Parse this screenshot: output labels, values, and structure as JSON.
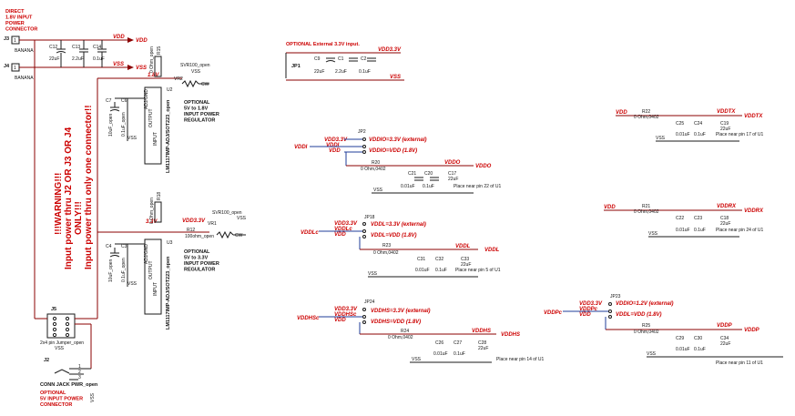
{
  "nets": {
    "vdd": "VDD",
    "vss": "VSS",
    "vdd33": "VDD3.3V",
    "v18": "1.8V",
    "v33": "3.3V",
    "vddi": "VDDI",
    "vddo": "VDDO",
    "vddl": "VDDL",
    "vddlc": "VDDLc",
    "vddhs": "VDDHS",
    "vddhsc": "VDDHSc",
    "vddtx": "VDDTX",
    "vddrx": "VDDRX",
    "vddp": "VDDP",
    "vddpc": "VDDPc"
  },
  "notes": {
    "direct_input": "DIRECT\n1.8V INPUT\nPOWER\nCONNECTOR",
    "optional_ext33": "OPTIONAL External 3.3V input.",
    "optional_reg18": "OPTIONAL\n5V to 1.8V\nINPUT POWER\nREGULATOR",
    "optional_reg33": "OPTIONAL\n5V to 3.3V\nINPUT POWER\nREGULATOR",
    "optional_5v": "OPTIONAL\n5V INPUT POWER\nCONNECTOR",
    "warning": "!!!WARNING!!!\nInput power thru J2 OR J3 OR J4\nONLY!!!\nInput power thru only one connector!!"
  },
  "components": {
    "j3": "J3",
    "j4": "J4",
    "banana": "BANANA",
    "j5": "J5",
    "j5_val": "2x4 pin Jumper_open",
    "j2": "J2",
    "j2_val": "CONN JACK PWR_open",
    "c12": "C12",
    "c13": "C13",
    "c14": "C14",
    "c7": "C7",
    "c6": "C6",
    "c4": "C4",
    "c3": "C3",
    "c9": "C9",
    "c1": "C1",
    "c2": "C2",
    "v22uf": "22uF",
    "v22uf_dot": "2.2uF",
    "v01uf": "0.1uF",
    "v10uf_open": "10uF_open",
    "v01uf_open": "0.1uF_open",
    "jp1": "JP1",
    "r15": "R15",
    "r15_val": "0 Ohm_open",
    "r18": "R18",
    "r18_val": "0 Ohm_open",
    "u2": "U2",
    "u3": "U3",
    "u2_val": "LM1117IMP-ADJ/SOT223_open",
    "u3_val": "LM1117IMP-ADJ/SOT223_open",
    "reg_pins": "INPUT\nOUTPUT\nADJ/GND",
    "vr2": "VR2",
    "vr1": "VR1",
    "svr": "SVR100_open",
    "r12": "R12",
    "r12_val": "100ohm_open",
    "jp2": "JP2",
    "jp18": "JP18",
    "jp24": "JP24",
    "jp23": "JP23",
    "r20": "R20",
    "r23": "R23",
    "r24": "R24",
    "r22": "R22",
    "r21": "R21",
    "r25": "R25",
    "r_val": "0 Ohm,0402",
    "c21": "C21",
    "c20": "C20",
    "c17": "C17",
    "c31": "C31",
    "c32": "C32",
    "c33": "C33",
    "c26": "C26",
    "c27": "C27",
    "c28": "C28",
    "c25": "C25",
    "c24": "C24",
    "c19": "C19",
    "c22": "C22",
    "c23": "C23",
    "c18": "C18",
    "c29": "C29",
    "c30": "C30",
    "c34": "C34",
    "v001uf": "0.01uF"
  },
  "jumpers": {
    "jp2_a": "VDDIO=3.3V (external)",
    "jp2_b": "VDDIO=VDD (1.8V)",
    "jp18_a": "VDDL=3.3V (external)",
    "jp18_b": "VDDL=VDD (1.8V)",
    "jp24_a": "VDDHS=3.3V (external)",
    "jp24_b": "VDDHS=VDD (1.8V)",
    "jp23_a": "VDDIO=1.2V (external)",
    "jp23_b": "VDDL=VDD (1.8V)"
  },
  "places": {
    "p22": "Place near pin 22 of U1",
    "p5": "Place near pin 5 of U1",
    "p14": "Place near pin 14 of U1",
    "p17": "Place near pin 17 of U1",
    "p24": "Place near pin 24 of U1",
    "p11": "Place near pin 11 of U1"
  }
}
